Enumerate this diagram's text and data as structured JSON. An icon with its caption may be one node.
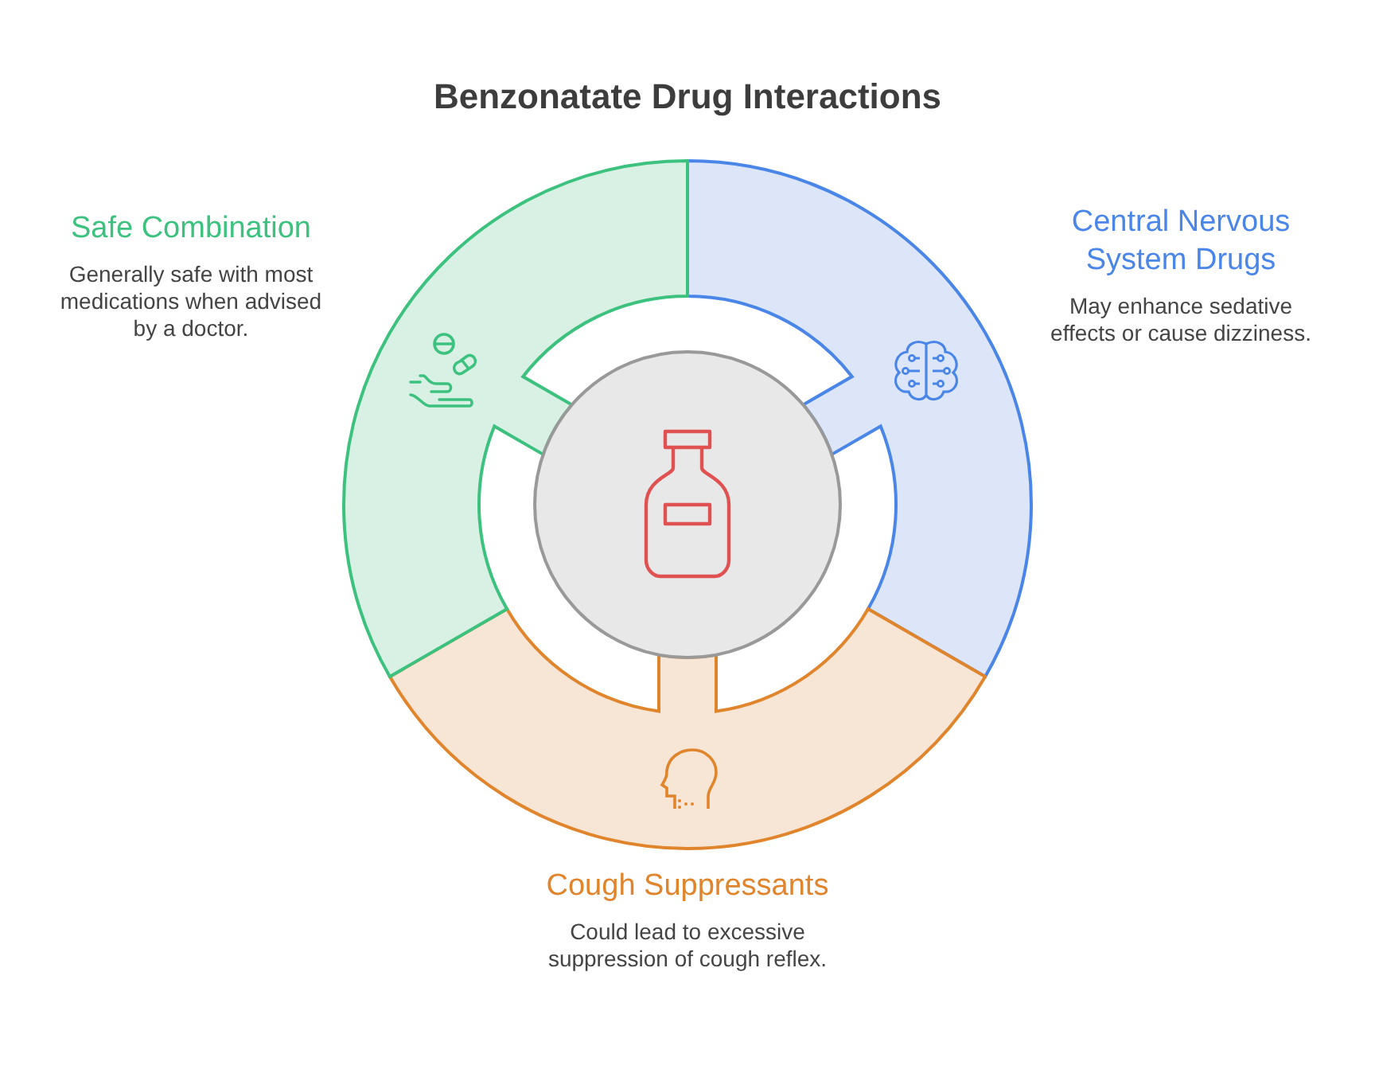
{
  "diagram": {
    "title": "Benzonatate Drug Interactions",
    "nodes": [
      {
        "text": [
          "Central Nervous System Drugs",
          "May enhance sedative effects or cause dizziness."
        ]
      },
      {
        "text": [
          "Cough Suppressants",
          "Could lead to excessive suppression of cough reflex."
        ]
      },
      {
        "text": [
          "Safe Combination",
          "Generally safe with most medications when advised by a doctor."
        ]
      },
      {
        "text": [],
        "shape": "circle"
      }
    ],
    "edges": []
  }
}
